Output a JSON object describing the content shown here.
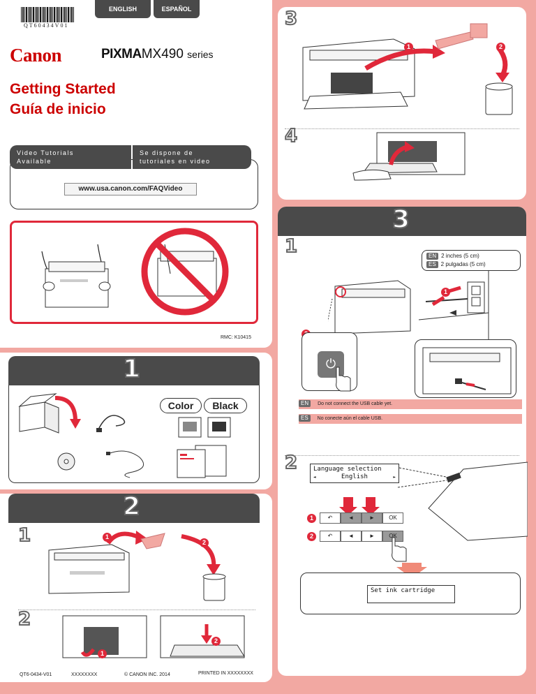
{
  "header": {
    "barcode_text": "QT60434V01",
    "lang_tabs": [
      "ENGLISH",
      "ESPAÑOL"
    ],
    "brand": "Canon",
    "model_bold": "PIXMA",
    "model_rest": "MX490",
    "model_series": "series",
    "title_en": "Getting Started",
    "title_es": "Guía de inicio"
  },
  "video": {
    "label_en": "Video Tutorials Available",
    "label_es": "Se dispone de tutoriales en video",
    "url": "www.usa.canon.com/FAQVideo"
  },
  "rmc": "RMC: K10415",
  "section1": {
    "number": "1",
    "color_label": "Color",
    "black_label": "Black"
  },
  "section2": {
    "number": "2",
    "step1": "1",
    "step2": "2",
    "circle1": "1",
    "circle2": "2"
  },
  "top_right": {
    "step3": "3",
    "step4": "4",
    "circle1": "1",
    "circle2": "2"
  },
  "section3": {
    "number": "3",
    "step1": "1",
    "step2": "2",
    "distance_en_tag": "EN",
    "distance_en": "2 inches (5 cm)",
    "distance_es_tag": "ES",
    "distance_es": "2 pulgadas (5 cm)",
    "circle1": "1",
    "circle2": "2",
    "note_en_tag": "EN",
    "note_en": "Do not connect the USB cable yet.",
    "note_es_tag": "ES",
    "note_es": "No conecte aún el cable USB.",
    "lcd_line1": "Language selection",
    "lcd_line2": "English",
    "lcd_left_arrow": "◄",
    "lcd_right_arrow": "►",
    "keys_row1": [
      "↶",
      "◄",
      "►",
      "OK"
    ],
    "keys_row2": [
      "↶",
      "◄",
      "►",
      "OK"
    ],
    "row1_circle": "1",
    "row2_circle": "2",
    "lcd_result": "Set ink cartridge"
  },
  "footer": {
    "code": "QT6-0434-V01",
    "placeholder": "XXXXXXXX",
    "copyright": "© CANON INC. 2014",
    "printed": "PRINTED IN XXXXXXXX"
  },
  "colors": {
    "pink": "#f2a8a2",
    "canon_red": "#cc0000",
    "band_gray": "#4a4a4a",
    "accent_red": "#e0283a"
  }
}
